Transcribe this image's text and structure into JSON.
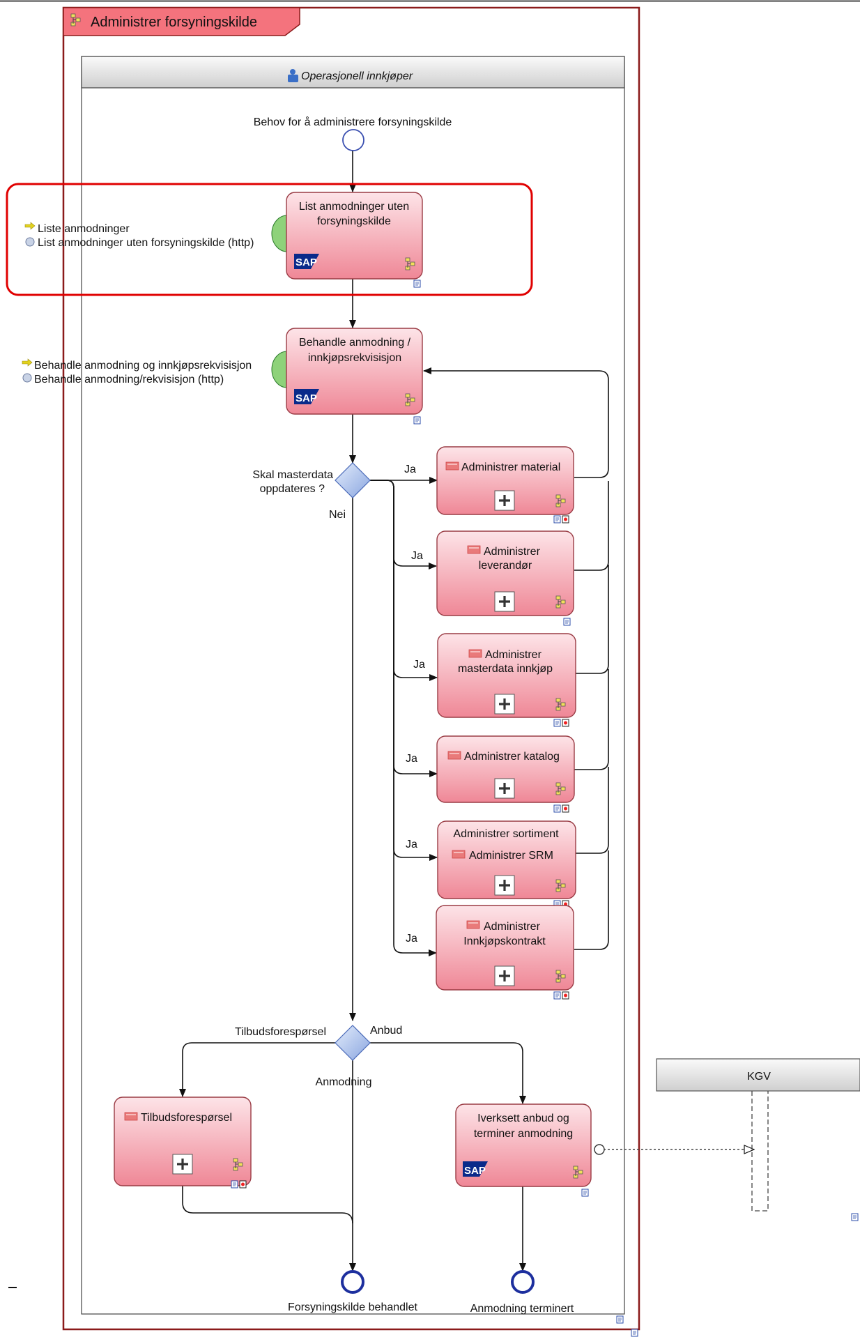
{
  "process": {
    "title": "Administrer forsyningskilde",
    "lane_role": "Operasjonell innkjøper",
    "external_lane": "KGV"
  },
  "events": {
    "start": "Behov for å administrere forsyningskilde",
    "end_handled": "Forsyningskilde behandlet",
    "end_terminated": "Anmodning terminert"
  },
  "tasks": {
    "list": [
      "List anmodninger uten",
      "forsyningskilde"
    ],
    "handle": [
      "Behandle anmodning /",
      "innkjøpsrekvisisjon"
    ],
    "material": "Administrer material",
    "supplier": [
      "Administrer",
      "leverandør"
    ],
    "masterdata": [
      "Administrer",
      "masterdata innkjøp"
    ],
    "catalog": "Administrer katalog",
    "assortment_title": "Administrer sortiment",
    "srm": "Administrer SRM",
    "contract": [
      "Administrer",
      "Innkjøpskontrakt"
    ],
    "rfq": "Tilbudsforespørsel",
    "tender": [
      "Iverksett anbud og",
      "terminer anmodning"
    ]
  },
  "annotations": {
    "list": [
      "Liste anmodninger",
      "List anmodninger uten forsyningskilde (http)"
    ],
    "handle": [
      "Behandle anmodning og innkjøpsrekvisisjon",
      "Behandle anmodning/rekvisisjon (http)"
    ]
  },
  "gateways": {
    "masterdata_question": [
      "Skal masterdata",
      "oppdateres ?"
    ],
    "yes": "Ja",
    "no": "Nei",
    "rfq": "Tilbudsforespørsel",
    "tender": "Anbud",
    "request": "Anmodning"
  },
  "badges": {
    "sap": "SAP",
    "expand": "+"
  },
  "colors": {
    "task_fill_top": "#fde0e4",
    "task_fill_bottom": "#f08f9c",
    "task_stroke": "#9a3c45",
    "frame": "#8b1a1a",
    "title_tab": "#f4737d",
    "highlight": "#e00000",
    "gateway": "#9ab3e6",
    "event": "#1d2f9e",
    "sap": "#0a2a8a",
    "connector_circle": "#8ed27a"
  }
}
